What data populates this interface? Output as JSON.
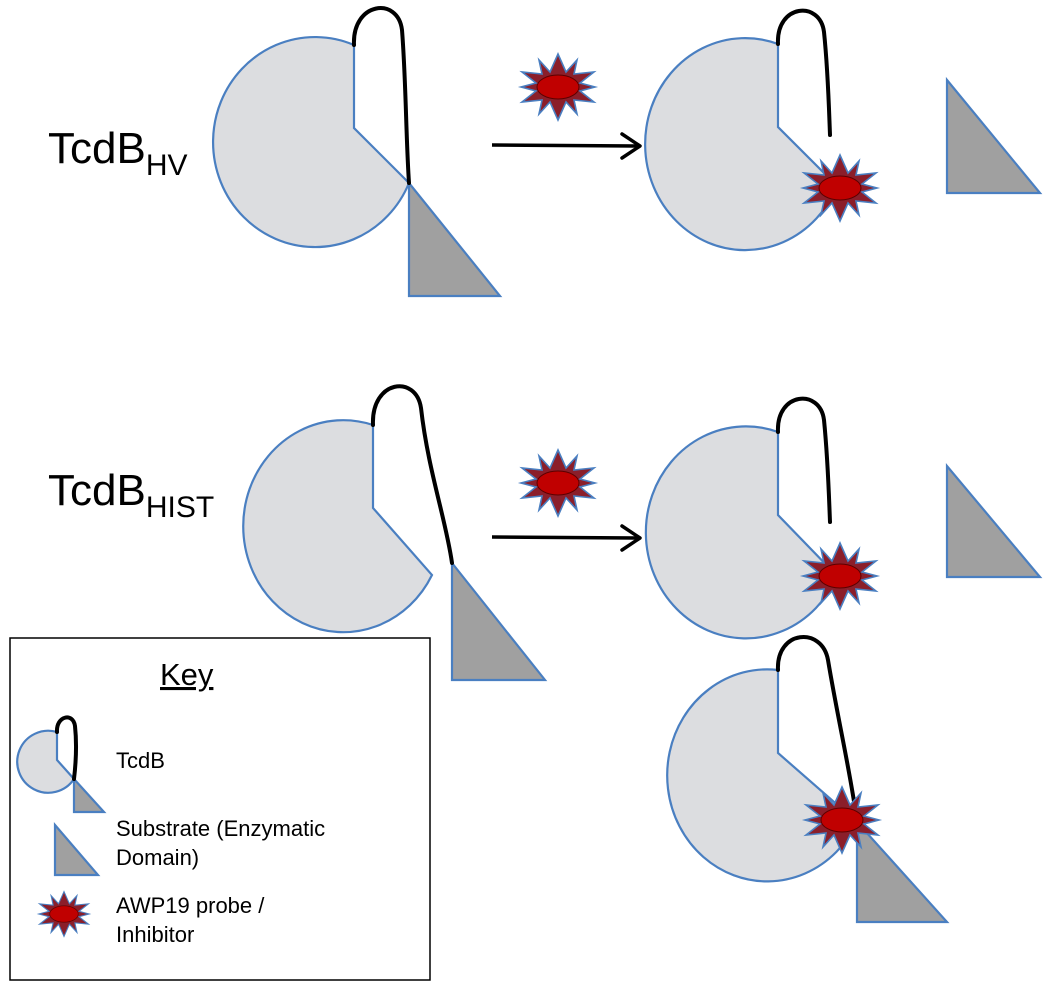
{
  "rows": [
    {
      "name_main": "TcdB",
      "name_sub": "HV"
    },
    {
      "name_main": "TcdB",
      "name_sub": "HIST"
    }
  ],
  "key": {
    "title": "Key",
    "items": [
      {
        "icon": "tcdb-glyph",
        "lines": [
          "TcdB"
        ]
      },
      {
        "icon": "substrate-triangle",
        "lines": [
          "Substrate (Enzymatic",
          "Domain)"
        ]
      },
      {
        "icon": "probe-star",
        "lines": [
          "AWP19 probe /",
          "Inhibitor"
        ]
      }
    ]
  },
  "colors": {
    "protein_fill": "#dcdde0",
    "outline_blue": "#4a7fc1",
    "substrate_fill": "#a0a0a0",
    "probe_red": "#c00000"
  }
}
